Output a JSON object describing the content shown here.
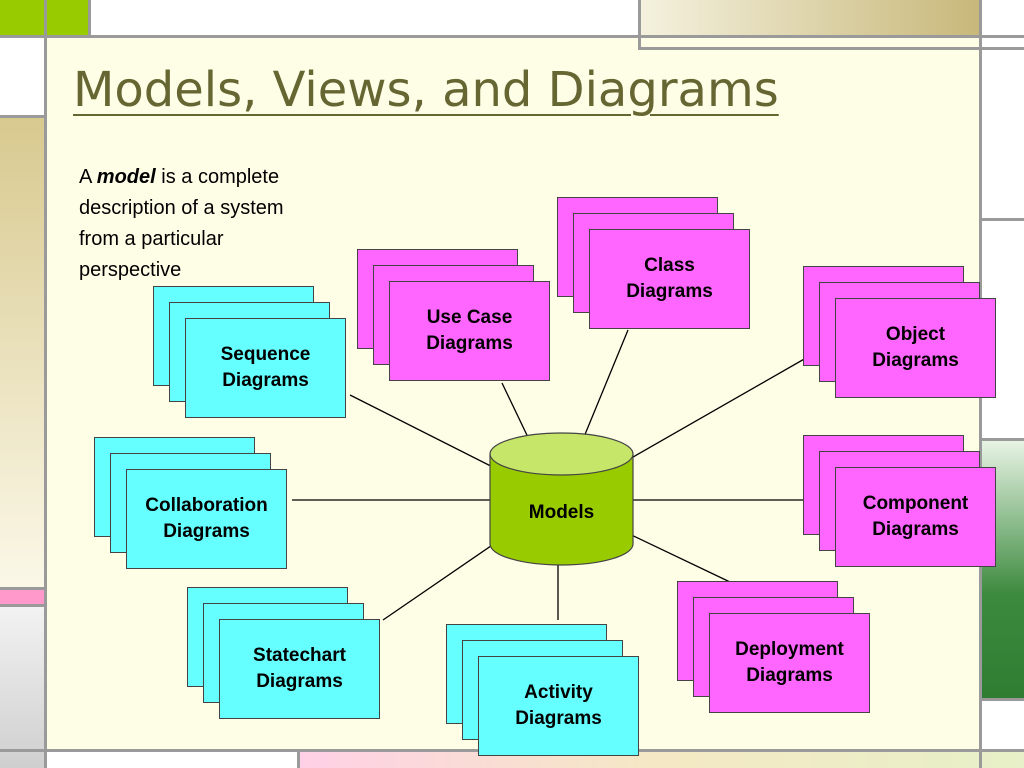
{
  "slide": {
    "title": "Models, Views, and Diagrams",
    "intro": {
      "prefix": "A ",
      "emphasis": "model",
      "suffix": " is a complete description of a system from a particular perspective"
    }
  },
  "center": {
    "label": "Models",
    "color": "#99cc00"
  },
  "diagrams": [
    {
      "id": "class",
      "label": "Class\nDiagrams",
      "color": "#ff66ff"
    },
    {
      "id": "use-case",
      "label": "Use Case\nDiagrams",
      "color": "#ff66ff"
    },
    {
      "id": "object",
      "label": "Object\nDiagrams",
      "color": "#ff66ff"
    },
    {
      "id": "component",
      "label": "Component\nDiagrams",
      "color": "#ff66ff"
    },
    {
      "id": "deployment",
      "label": "Deployment\nDiagrams",
      "color": "#ff66ff"
    },
    {
      "id": "sequence",
      "label": "Sequence\nDiagrams",
      "color": "#66ffff"
    },
    {
      "id": "collaboration",
      "label": "Collaboration\nDiagrams",
      "color": "#66ffff"
    },
    {
      "id": "statechart",
      "label": "Statechart\nDiagrams",
      "color": "#66ffff"
    },
    {
      "id": "activity",
      "label": "Activity\nDiagrams",
      "color": "#66ffff"
    }
  ],
  "theme": {
    "background": "#fefde6",
    "title_color": "#666633",
    "accent_green": "#99cc00",
    "accent_dark_green": "#2e7d32",
    "accent_pink": "#ff99cc"
  }
}
